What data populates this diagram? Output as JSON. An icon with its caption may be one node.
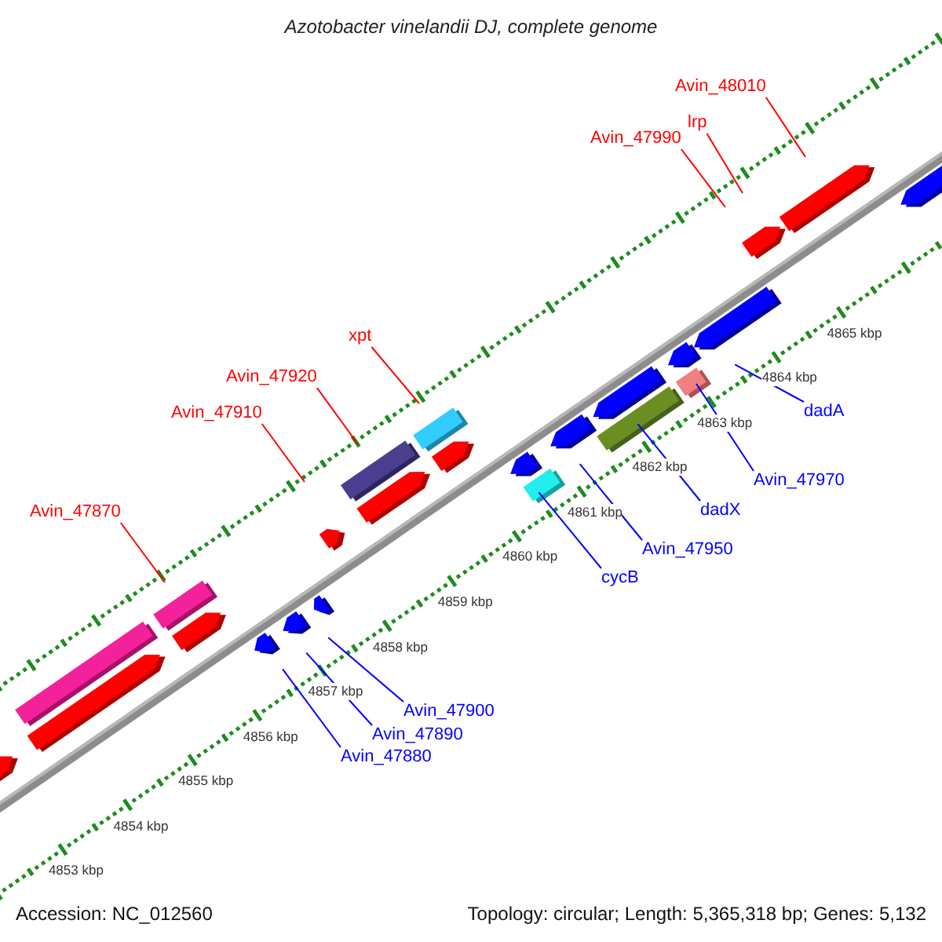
{
  "diagram": {
    "title": "Azotobacter vinelandii DJ, complete genome",
    "nodes": [
      {
        "text": [
          "Avin_48010"
        ]
      },
      {
        "text": [
          "lrp"
        ]
      },
      {
        "text": [
          "Avin_47990"
        ]
      },
      {
        "text": [
          "xpt"
        ]
      },
      {
        "text": [
          "Avin_47920"
        ]
      },
      {
        "text": [
          "Avin_47910"
        ]
      },
      {
        "text": [
          "dadA"
        ]
      },
      {
        "text": [
          "Avin_47970"
        ]
      },
      {
        "text": [
          "Avin_47870"
        ]
      },
      {
        "text": [
          "dadX"
        ]
      },
      {
        "text": [
          "Avin_47950"
        ]
      },
      {
        "text": [
          "cycB"
        ]
      },
      {
        "text": [
          "Avin_47900"
        ]
      },
      {
        "text": [
          "Avin_47890"
        ]
      },
      {
        "text": [
          "Avin_47880"
        ]
      }
    ],
    "edges": [
      {
        "from": 0,
        "to": null,
        "arrow": "none",
        "color": "#ff0000"
      },
      {
        "from": 1,
        "to": null,
        "arrow": "none",
        "color": "#ff0000"
      },
      {
        "from": 2,
        "to": null,
        "arrow": "none",
        "color": "#ff0000"
      },
      {
        "from": 3,
        "to": null,
        "arrow": "none",
        "color": "#ff0000"
      },
      {
        "from": 4,
        "to": null,
        "arrow": "none",
        "color": "#ff0000"
      },
      {
        "from": 5,
        "to": null,
        "arrow": "none",
        "color": "#ff0000"
      },
      {
        "from": 6,
        "to": null,
        "arrow": "none"
      },
      {
        "from": 7,
        "to": null,
        "arrow": "none"
      },
      {
        "from": 8,
        "to": null,
        "arrow": "none",
        "color": "#ff0000"
      },
      {
        "from": 9,
        "to": null,
        "arrow": "none"
      },
      {
        "from": 10,
        "to": null,
        "arrow": "none"
      },
      {
        "from": 11,
        "to": null,
        "arrow": "none"
      },
      {
        "from": 12,
        "to": null,
        "arrow": "none"
      },
      {
        "from": 13,
        "to": null,
        "arrow": "none"
      },
      {
        "from": 14,
        "to": null,
        "arrow": "none"
      }
    ],
    "labels": [
      "4865 kbp",
      "4864 kbp",
      "4863 kbp",
      "4862 kbp",
      "4861 kbp",
      "4860 kbp",
      "4859 kbp",
      "4858 kbp",
      "4857 kbp",
      "4856 kbp",
      "4855 kbp",
      "4854 kbp",
      "4853 kbp",
      "Accession: NC_012560",
      "Topology: circular; Length: 5,365,318 bp; Genes: 5,132"
    ]
  }
}
